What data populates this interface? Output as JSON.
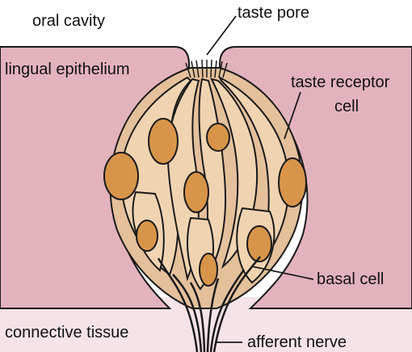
{
  "labels": {
    "oral_cavity": "oral cavity",
    "taste_pore": "taste pore",
    "lingual_epithelium": "lingual epithelium",
    "taste_receptor_cell_line1": "taste receptor",
    "taste_receptor_cell_line2": "cell",
    "basal_cell": "basal cell",
    "connective_tissue": "connective tissue",
    "afferent_nerve": "afferent nerve"
  },
  "colors": {
    "epithelium": "#e3b3bd",
    "connective_tissue": "#f5e3e7",
    "bud_fill": "#e4c09b",
    "cell_fill": "#f0d4b1",
    "nucleus": "#d8954a",
    "outline": "#1a1a1a"
  }
}
